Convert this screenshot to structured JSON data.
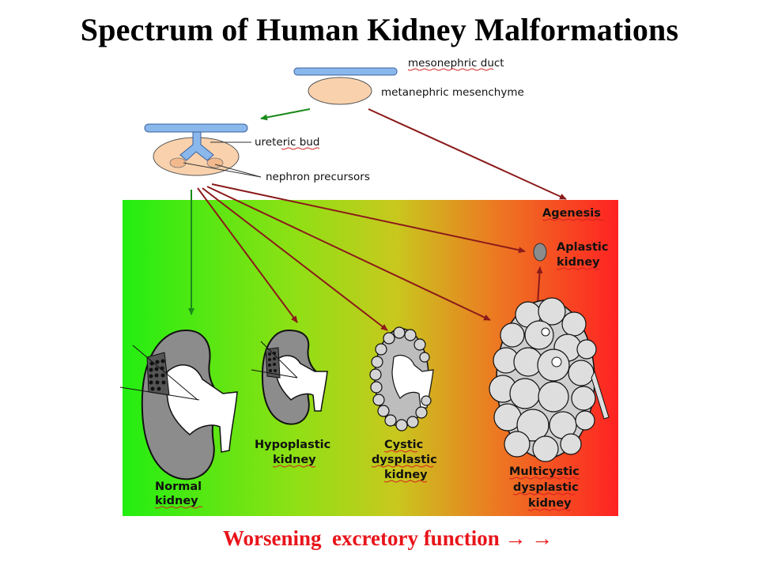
{
  "title": "Spectrum of Human Kidney Malformations",
  "labels": {
    "mesonephric_duct": "mesonephric duct",
    "metanephric_mesenchyme": "metanephric mesenchyme",
    "ureteric_bud": "ureteric bud",
    "nephron_precursors": "nephron precursors",
    "agenesis": "Agenesis",
    "aplastic_1": "Aplastic",
    "aplastic_2": "kidney",
    "normal_1": "Normal",
    "normal_2": "kidney",
    "hypoplastic_1": "Hypoplastic",
    "hypoplastic_2": "kidney",
    "cystic_1": "Cystic",
    "cystic_2": "dysplastic",
    "cystic_3": "kidney",
    "multicystic_1": "Multicystic",
    "multicystic_2": "dysplastic",
    "multicystic_3": "kidney"
  },
  "footer": "Worsening  excretory function → →",
  "colors": {
    "gradient_start": "#22ee11",
    "gradient_mid": "#c8d41a",
    "gradient_end": "#ff2222",
    "duct_blue": "#8ab8ec",
    "mesenchyme_peach": "#f9d2ad",
    "arrow_green": "#1a8a1a",
    "arrow_red": "#8b1a1a",
    "footer_red": "#e8141a",
    "kidney_gray": "#8c8c8c"
  }
}
